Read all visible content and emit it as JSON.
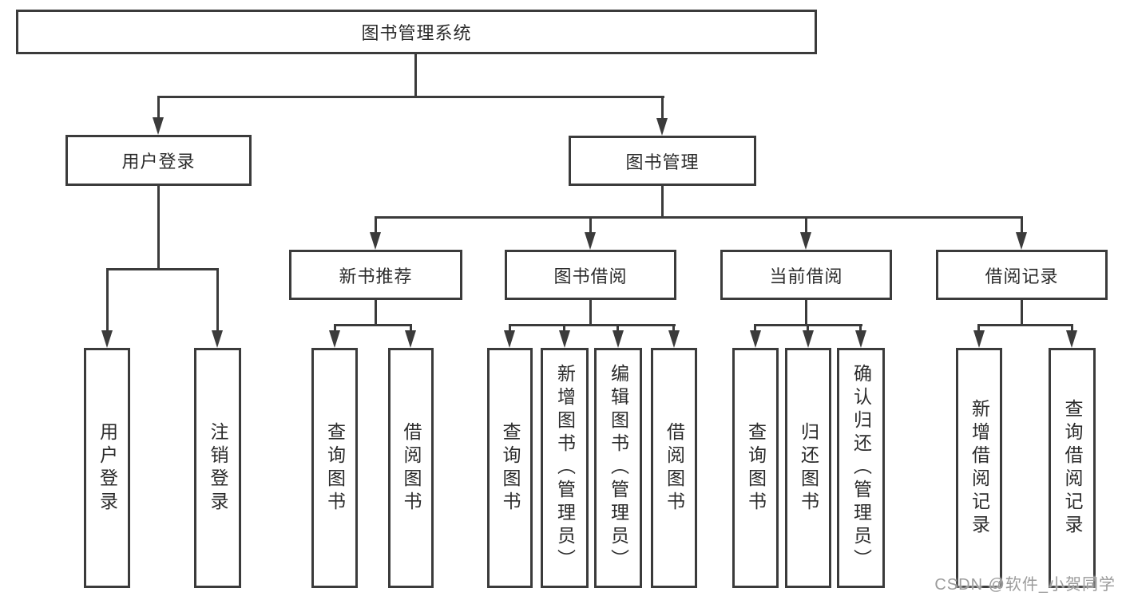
{
  "colors": {
    "line": "#3b3b3b",
    "text": "#2b2b2b",
    "watermark": "#9b9b9b",
    "background": "#ffffff"
  },
  "watermark": "CSDN @软件_小贺同学",
  "diagram": {
    "root": {
      "label": "图书管理系统"
    },
    "level2": [
      {
        "label": "用户登录",
        "children": [
          {
            "label": "用户登录"
          },
          {
            "label": "注销登录"
          }
        ]
      },
      {
        "label": "图书管理",
        "sections": [
          {
            "label": "新书推荐",
            "children": [
              {
                "label": "查询图书"
              },
              {
                "label": "借阅图书"
              }
            ]
          },
          {
            "label": "图书借阅",
            "children": [
              {
                "label": "查询图书"
              },
              {
                "label": "新增图书（管理员）"
              },
              {
                "label": "编辑图书（管理员）"
              },
              {
                "label": "借阅图书"
              }
            ]
          },
          {
            "label": "当前借阅",
            "children": [
              {
                "label": "查询图书"
              },
              {
                "label": "归还图书"
              },
              {
                "label": "确认归还（管理员）"
              }
            ]
          },
          {
            "label": "借阅记录",
            "children": [
              {
                "label": "新增借阅记录"
              },
              {
                "label": "查询借阅记录"
              }
            ]
          }
        ]
      }
    ]
  }
}
